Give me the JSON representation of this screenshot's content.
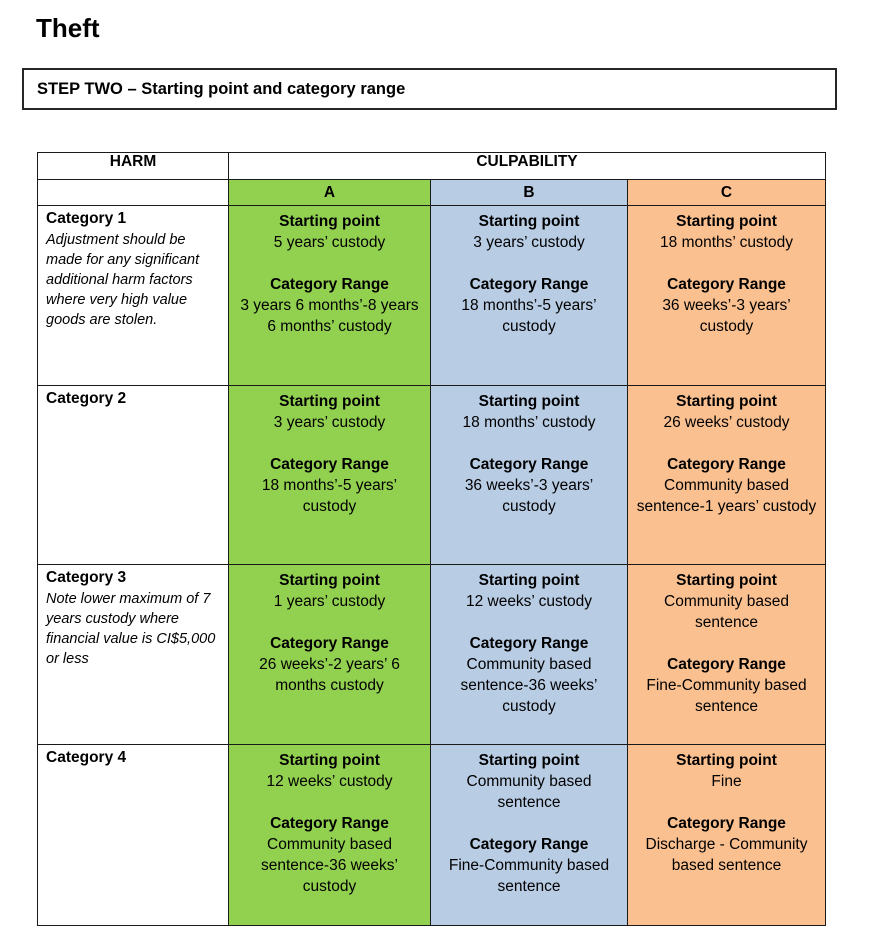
{
  "page": {
    "title": "Theft"
  },
  "step_box": {
    "label": "STEP TWO – Starting point and category range"
  },
  "table": {
    "harm_header": "HARM",
    "culpability_header": "CULPABILITY",
    "cell_labels": {
      "starting_point": "Starting point",
      "category_range": "Category Range"
    },
    "columns": [
      {
        "key": "A",
        "label": "A",
        "color": "#92d050"
      },
      {
        "key": "B",
        "label": "B",
        "color": "#b8cce4"
      },
      {
        "key": "C",
        "label": "C",
        "color": "#fac090"
      }
    ],
    "rows": [
      {
        "category": "Category 1",
        "note": "Adjustment should be made for any significant additional harm factors where very high value goods are stolen.",
        "cells": {
          "A": {
            "starting_point": "5 years’ custody",
            "category_range": "3 years 6 months’-8 years 6 months’ custody"
          },
          "B": {
            "starting_point": "3 years’ custody",
            "category_range": "18 months’-5 years’ custody"
          },
          "C": {
            "starting_point": "18 months’ custody",
            "category_range": "36 weeks’-3 years’ custody"
          }
        }
      },
      {
        "category": "Category 2",
        "note": "",
        "cells": {
          "A": {
            "starting_point": "3 years’ custody",
            "category_range": "18 months’-5 years’ custody"
          },
          "B": {
            "starting_point": "18 months’ custody",
            "category_range": "36 weeks’-3 years’ custody"
          },
          "C": {
            "starting_point": "26 weeks’ custody",
            "category_range": "Community based sentence-1 years’ custody"
          }
        }
      },
      {
        "category": "Category 3",
        "note": "Note lower maximum of 7 years custody where financial value is CI$5,000 or less",
        "cells": {
          "A": {
            "starting_point": "1 years’ custody",
            "category_range": "26 weeks’-2 years’ 6 months custody"
          },
          "B": {
            "starting_point": "12 weeks’ custody",
            "category_range": "Community based sentence-36 weeks’ custody"
          },
          "C": {
            "starting_point": "Community based sentence",
            "category_range": "Fine-Community based sentence"
          }
        }
      },
      {
        "category": "Category 4",
        "note": "",
        "cells": {
          "A": {
            "starting_point": "12 weeks’ custody",
            "category_range": "Community based sentence-36 weeks’ custody"
          },
          "B": {
            "starting_point": "Community based sentence",
            "category_range": "Fine-Community based sentence"
          },
          "C": {
            "starting_point": "Fine",
            "category_range": "Discharge - Community based sentence"
          }
        }
      }
    ]
  }
}
